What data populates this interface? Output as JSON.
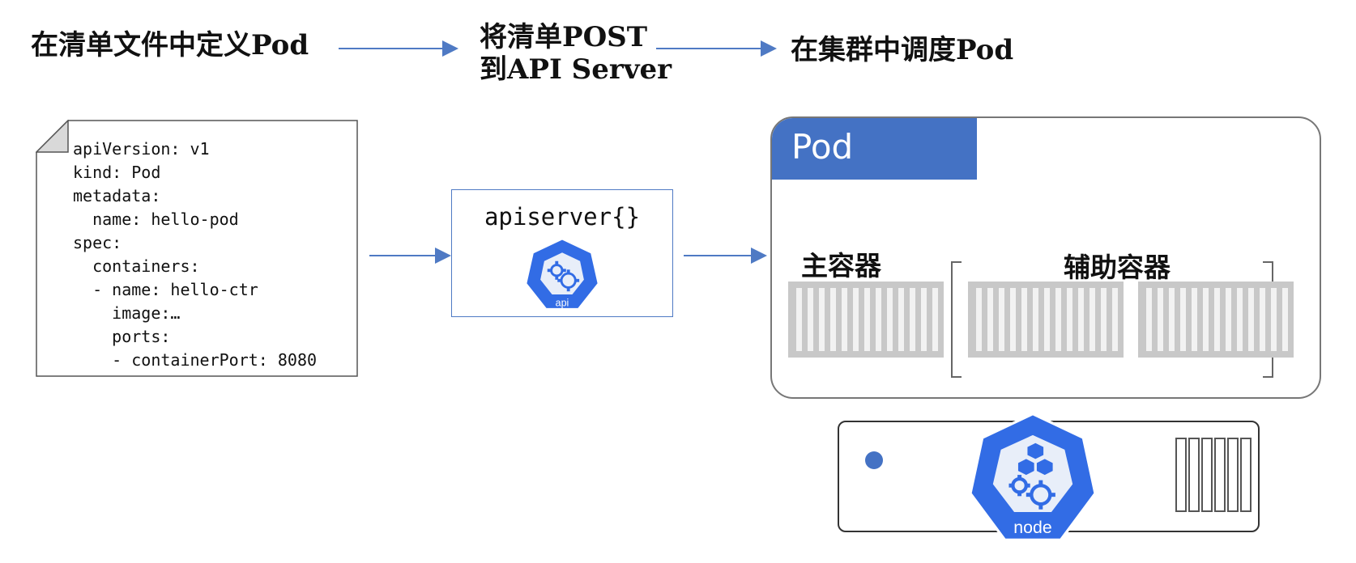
{
  "steps": {
    "define": "在清单文件中定义Pod",
    "post_line1": "将清单POST",
    "post_line2": "到API Server",
    "schedule": "在集群中调度Pod"
  },
  "manifest": {
    "lines": [
      "apiVersion: v1",
      "kind: Pod",
      "metadata:",
      "  name: hello-pod",
      "spec:",
      "  containers:",
      "  - name: hello-ctr",
      "    image:…",
      "    ports:",
      "    - containerPort: 8080"
    ]
  },
  "apiserver": {
    "title": "apiserver{}",
    "badge_label": "api"
  },
  "pod": {
    "label": "Pod",
    "main_container_label": "主容器",
    "sidecar_label": "辅助容器"
  },
  "node": {
    "badge_label": "node"
  },
  "colors": {
    "k8s_blue": "#326ce5",
    "pod_tab": "#4472c4",
    "arrow": "#4f7ac4",
    "container_gray": "#c8c8c8"
  }
}
